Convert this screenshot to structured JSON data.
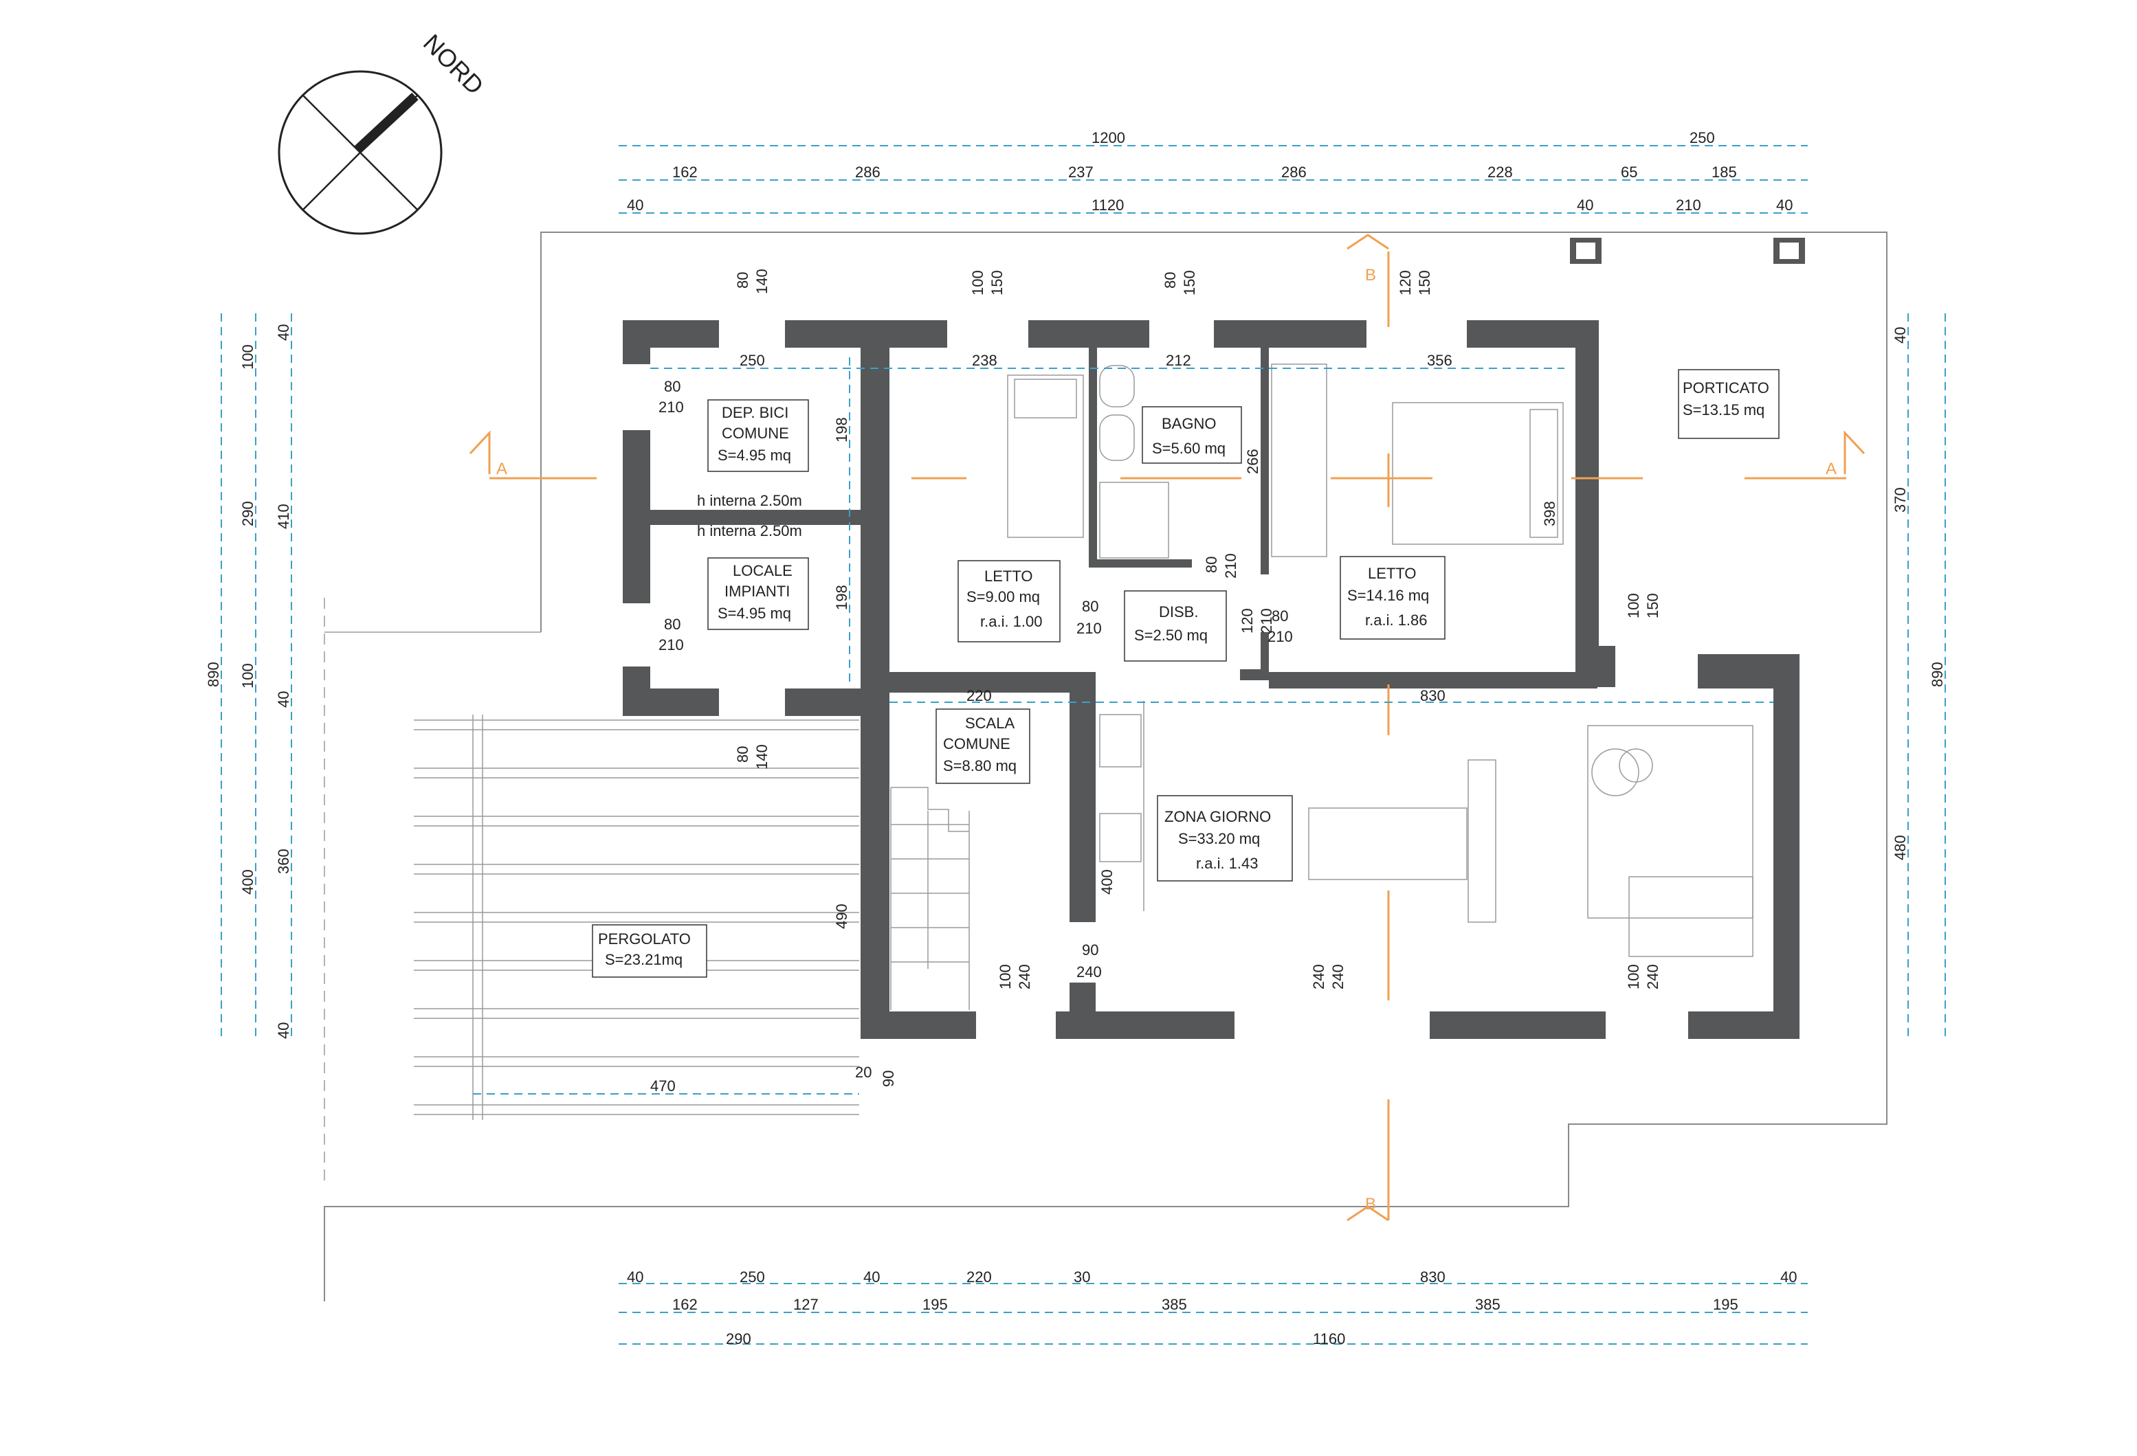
{
  "compass": {
    "label": "NORD"
  },
  "rooms": [
    {
      "id": "bici",
      "lines": [
        "DEP. BICI",
        "COMUNE",
        "S=4.95 mq"
      ]
    },
    {
      "id": "impianti",
      "lines": [
        "LOCALE",
        "IMPIANTI",
        "S=4.95 mq"
      ]
    },
    {
      "id": "bagno",
      "lines": [
        "BAGNO",
        "S=5.60 mq"
      ]
    },
    {
      "id": "letto1",
      "lines": [
        "LETTO",
        "S=9.00 mq",
        "r.a.i. 1.00"
      ]
    },
    {
      "id": "disb",
      "lines": [
        "DISB.",
        "S=2.50 mq"
      ]
    },
    {
      "id": "letto2",
      "lines": [
        "LETTO",
        "S=14.16 mq",
        "r.a.i. 1.86"
      ]
    },
    {
      "id": "porticato",
      "lines": [
        "PORTICATO",
        "S=13.15 mq"
      ]
    },
    {
      "id": "scala",
      "lines": [
        "SCALA",
        "COMUNE",
        "S=8.80 mq"
      ]
    },
    {
      "id": "giorno",
      "lines": [
        "ZONA GIORNO",
        "S=33.20 mq",
        "r.a.i. 1.43"
      ]
    },
    {
      "id": "pergolato",
      "lines": [
        "PERGOLATO",
        "S=23.21mq"
      ]
    }
  ],
  "notes": {
    "h1": "h interna 2.50m",
    "h2": "h interna 2.50m"
  },
  "sections": {
    "a_left": "A",
    "a_right": "A",
    "b_top": "B",
    "b_bottom": "B"
  },
  "dims_top": {
    "row1": [
      "1200",
      "250"
    ],
    "row2": [
      "162",
      "286",
      "237",
      "286",
      "228",
      "65",
      "185"
    ],
    "row3": [
      "40",
      "1120",
      "40",
      "210",
      "40"
    ]
  },
  "dims_bottom": {
    "row1": [
      "40",
      "250",
      "40",
      "220",
      "30",
      "830",
      "40"
    ],
    "row2": [
      "162",
      "127",
      "195",
      "385",
      "385",
      "195"
    ],
    "row3": [
      "290",
      "1160"
    ]
  },
  "dims_left": {
    "outer": "890",
    "mid": [
      "100",
      "290",
      "100",
      "400"
    ],
    "inner": [
      "40",
      "410",
      "40",
      "360",
      "40"
    ]
  },
  "dims_right": {
    "inner": [
      "40",
      "370",
      "480"
    ],
    "outer": "890"
  },
  "openings": {
    "o1": [
      "80",
      "140"
    ],
    "o2": [
      "100",
      "150"
    ],
    "o3": [
      "80",
      "150"
    ],
    "o4": [
      "120",
      "150"
    ],
    "o5": [
      "80",
      "210"
    ],
    "o6": [
      "80",
      "210"
    ],
    "o7": [
      "80",
      "140"
    ],
    "o8": [
      "80",
      "210"
    ],
    "o9": [
      "80",
      "210"
    ],
    "o10": [
      "120",
      "210"
    ],
    "o11": [
      "80",
      "210"
    ],
    "o12": [
      "100",
      "240"
    ],
    "o13": [
      "100",
      "240"
    ],
    "o14": [
      "90",
      "240"
    ],
    "o15": [
      "240",
      "240"
    ],
    "o16": [
      "100",
      "150"
    ],
    "o17": [
      "20",
      "90"
    ]
  },
  "interior_dims": {
    "d250": "250",
    "d238": "238",
    "d212": "212",
    "d356": "356",
    "d198a": "198",
    "d198b": "198",
    "d266": "266",
    "d398": "398",
    "d220": "220",
    "d830": "830",
    "d490": "490",
    "d400": "400",
    "d470": "470"
  }
}
